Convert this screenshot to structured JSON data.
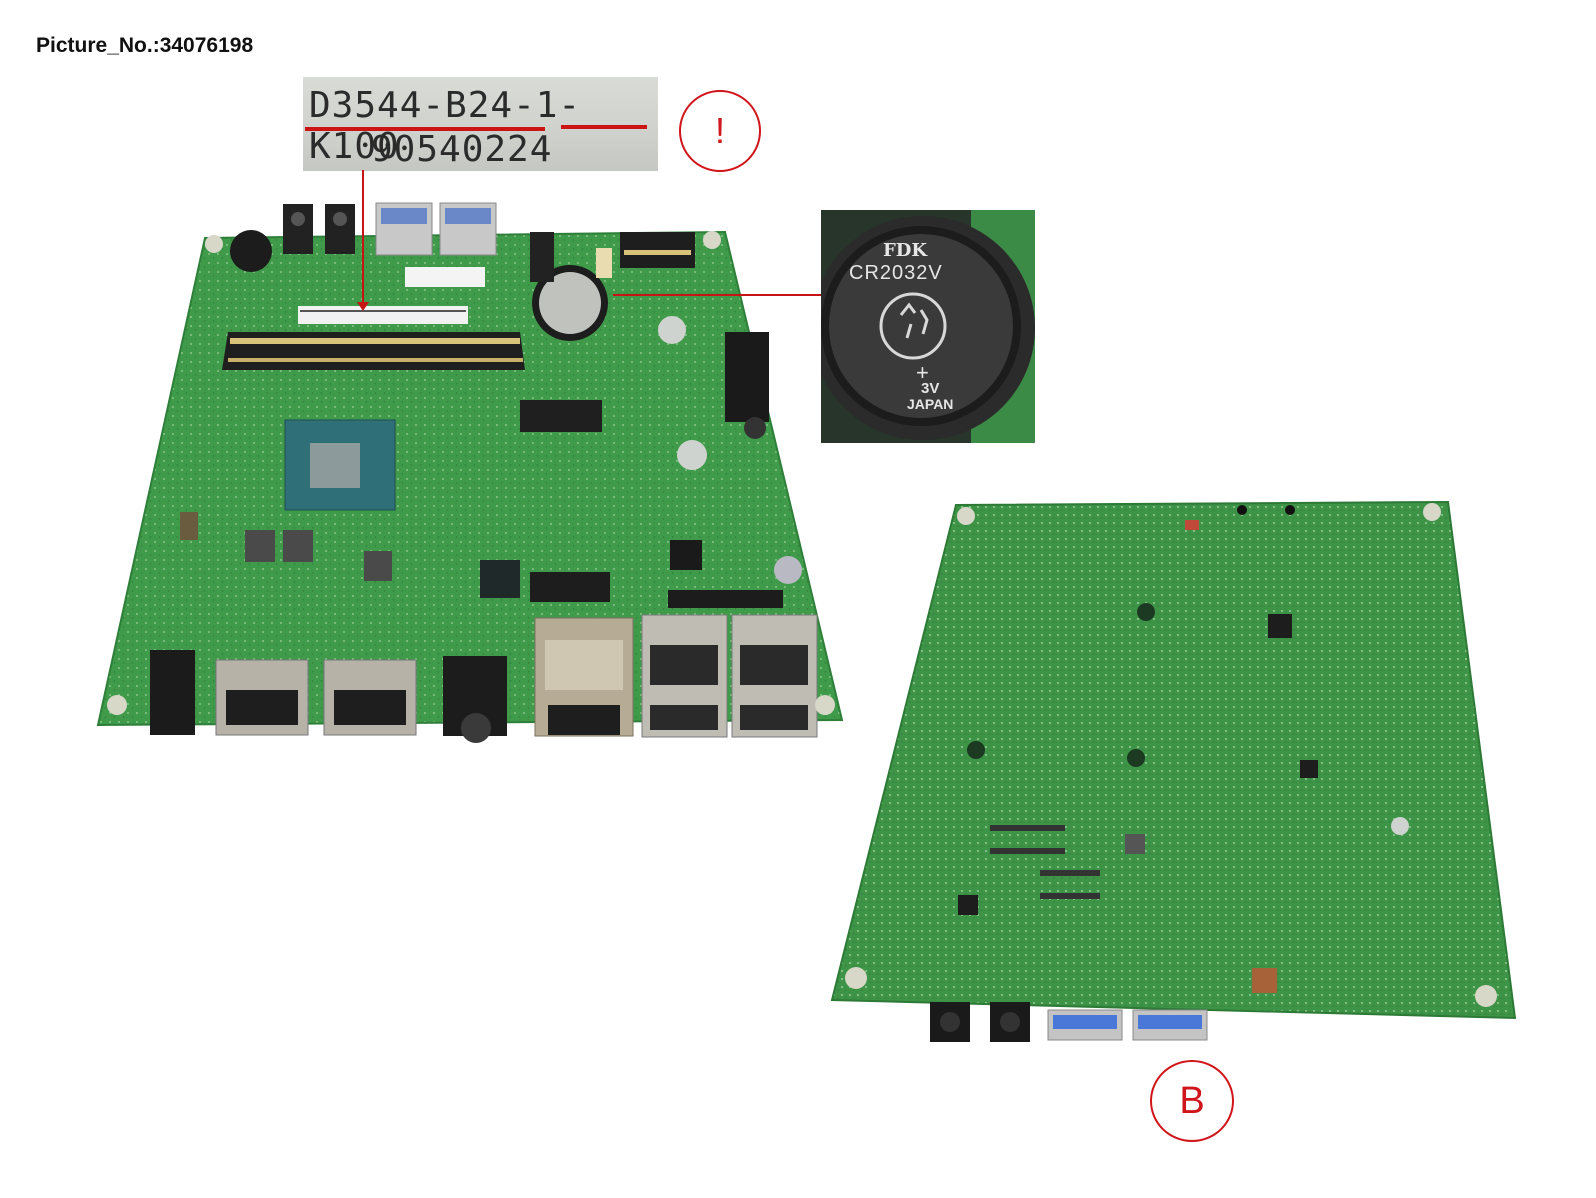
{
  "picture_number": "Picture_No.:34076198",
  "label_zoom": {
    "line1": "D3544-B24-1-K100",
    "line2": "90540224"
  },
  "markers": {
    "warning": "!",
    "view_b": "B"
  },
  "battery": {
    "brand": "FDK",
    "model": "CR2032V",
    "polarity": "+",
    "voltage": "3V",
    "origin": "JAPAN"
  },
  "colors": {
    "pcb_green": "#3f9a4a",
    "callout_red": "#cc1414",
    "label_grey": "#cfd1cc"
  }
}
